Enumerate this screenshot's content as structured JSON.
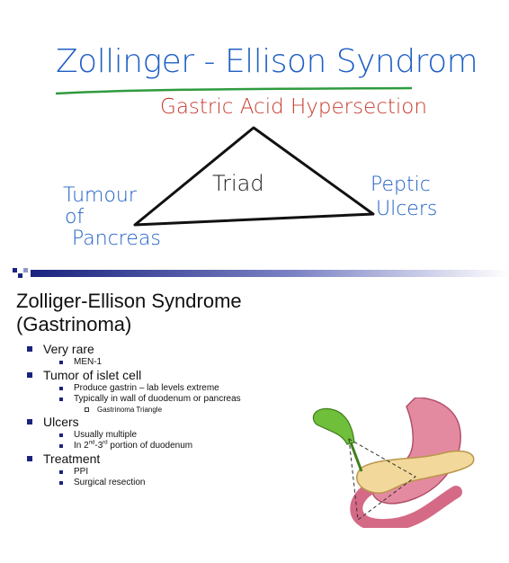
{
  "handwritten": {
    "title": "Zollinger - Ellison Syndrom",
    "top_label": "Gastric Acid Hypersection",
    "center_label": "Triad",
    "left_label_lines": [
      "Tumour",
      "of",
      "Pancreas"
    ],
    "right_label_lines": [
      "Peptic",
      "Ulcers"
    ]
  },
  "slide": {
    "title_line1": "Zolliger-Ellison Syndrome",
    "title_line2": "(Gastrinoma)",
    "sections": [
      {
        "heading": "Very rare",
        "items": [
          {
            "text": "MEN-1"
          }
        ]
      },
      {
        "heading": "Tumor of islet cell",
        "items": [
          {
            "text": "Produce gastrin – lab levels extreme"
          },
          {
            "text": "Typically in wall of duodenum or pancreas"
          }
        ],
        "subitems": [
          "Gastrinoma Triangle"
        ]
      },
      {
        "heading": "Ulcers",
        "items": [
          {
            "text": "Usually multiple"
          }
        ],
        "special": {
          "prefix": "In 2",
          "sup1": "nd",
          "mid": "-3",
          "sup2": "rd",
          "suffix": " portion of duodenum"
        }
      },
      {
        "heading": "Treatment",
        "items": [
          {
            "text": "PPI"
          },
          {
            "text": "Surgical resection"
          }
        ]
      }
    ],
    "illustration": "stomach-duodenum-pancreas-gastrinoma-triangle"
  }
}
